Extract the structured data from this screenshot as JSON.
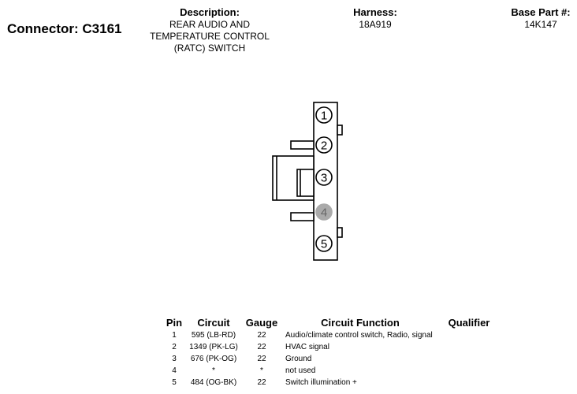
{
  "header": {
    "connector_label": "Connector: C3161",
    "description_label": "Description:",
    "description_lines": [
      "REAR AUDIO AND",
      "TEMPERATURE CONTROL",
      "(RATC) SWITCH"
    ],
    "harness_label": "Harness:",
    "harness_value": "18A919",
    "base_part_label": "Base Part #:",
    "base_part_value": "14K147"
  },
  "diagram": {
    "pins": [
      {
        "number": "1",
        "active": true
      },
      {
        "number": "2",
        "active": true
      },
      {
        "number": "3",
        "active": true
      },
      {
        "number": "4",
        "active": false
      },
      {
        "number": "5",
        "active": true
      }
    ],
    "colors": {
      "line": "#000000",
      "inactive_fill": "#aaaaaa",
      "inactive_text": "#666666"
    }
  },
  "table": {
    "headers": {
      "pin": "Pin",
      "circuit": "Circuit",
      "gauge": "Gauge",
      "function": "Circuit Function",
      "qualifier": "Qualifier"
    },
    "rows": [
      {
        "pin": "1",
        "circuit": "595 (LB-RD)",
        "gauge": "22",
        "function": "Audio/climate control switch, Radio, signal",
        "qualifier": ""
      },
      {
        "pin": "2",
        "circuit": "1349 (PK-LG)",
        "gauge": "22",
        "function": "HVAC signal",
        "qualifier": ""
      },
      {
        "pin": "3",
        "circuit": "676 (PK-OG)",
        "gauge": "22",
        "function": "Ground",
        "qualifier": ""
      },
      {
        "pin": "4",
        "circuit": "*",
        "gauge": "*",
        "function": "not used",
        "qualifier": ""
      },
      {
        "pin": "5",
        "circuit": "484 (OG-BK)",
        "gauge": "22",
        "function": "Switch illumination +",
        "qualifier": ""
      }
    ]
  }
}
